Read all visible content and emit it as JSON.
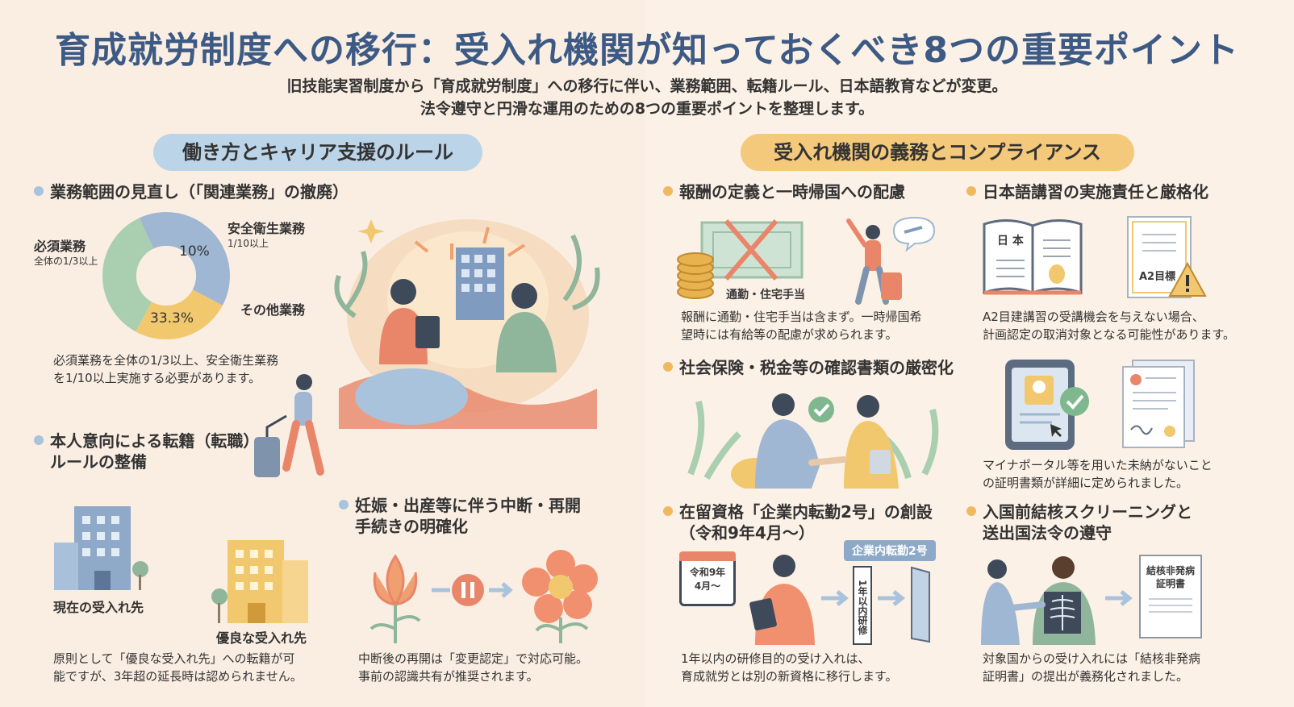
{
  "title": "育成就労制度への移行：受入れ機関が知っておくべき8つの重要ポイント",
  "subtitle": {
    "line1": "旧技能実習制度から「育成就労制度」への移行に伴い、業務範囲、転籍ルール、日本語教育などが変更。",
    "line2": "法令遵守と円滑な運用のための8つの重要ポイントを整理します。"
  },
  "left_section": {
    "pill": "働き方とキャリア支援のルール",
    "scope": {
      "heading": "業務範囲の見直し（「関連業務」の撤廃）",
      "donut_labels": {
        "required": "必須業務",
        "required_sub": "全体の1/3以上",
        "safety": "安全衛生業務",
        "safety_sub": "1/10以上",
        "other": "その他業務",
        "pct_small": "10%",
        "pct_big": "33.3%"
      },
      "body": [
        "必須業務を全体の1/3以上、安全衛生業務",
        "を1/10以上実施する必要があります。"
      ]
    },
    "transfer": {
      "heading": [
        "本人意向による転籍（転職）",
        "ルールの整備"
      ],
      "current_label": "現在の受入れ先",
      "good_label": "優良な受入れ先",
      "body": [
        "原則として「優良な受入れ先」への転籍が可",
        "能ですが、3年超の延長時は認められません。"
      ]
    },
    "pregnancy": {
      "heading": [
        "妊娠・出産等に伴う中断・再開",
        "手続きの明確化"
      ],
      "body": [
        "中断後の再開は「変更認定」で対応可能。",
        "事前の認識共有が推奨されます。"
      ]
    }
  },
  "right_section": {
    "pill": "受入れ機関の義務とコンプライアンス",
    "pay": {
      "heading": "報酬の定義と一時帰国への配慮",
      "allowance_label": "通勤・住宅手当",
      "body": [
        "報酬に通勤・住宅手当は含まず。一時帰国希",
        "望時には有給等の配慮が求められます。"
      ]
    },
    "japanese": {
      "heading": "日本語講習の実施責任と厳格化",
      "book_text": "日 本",
      "cert_label": "A2目標",
      "body": [
        "A2目建講習の受講機会を与えない場合、",
        "計画認定の取消対象となる可能性があります。"
      ]
    },
    "insurance": {
      "heading": "社会保険・税金等の確認書類の厳密化",
      "body": [
        "マイナポータル等を用いた未納がないこと",
        "の証明書類が詳細に定められました。"
      ]
    },
    "visa": {
      "heading": [
        "在留資格「企業内転勤2号」の創設",
        "（令和9年4月〜）"
      ],
      "calendar": [
        "令和9年",
        "4月〜"
      ],
      "badge": "企業内転勤2号",
      "vertical": "1年以内研修",
      "body": [
        "1年以内の研修目的の受け入れは、",
        "育成就労とは別の新資格に移行します。"
      ]
    },
    "tb": {
      "heading": [
        "入国前結核スクリーニングと",
        "送出国法令の遵守"
      ],
      "cert": [
        "結核非発病",
        "証明書"
      ],
      "body": [
        "対象国からの受け入れには「結核非発病",
        "証明書」の提出が義務化されました。"
      ]
    }
  },
  "colors": {
    "title": "#3d5a85",
    "blue_pill": "#bcd4e8",
    "orange_pill": "#f4c97b",
    "donut_blue": "#9fb7d3",
    "donut_yellow": "#f2c86f",
    "donut_green": "#a9cfb0",
    "accent_orange": "#e9866a"
  }
}
